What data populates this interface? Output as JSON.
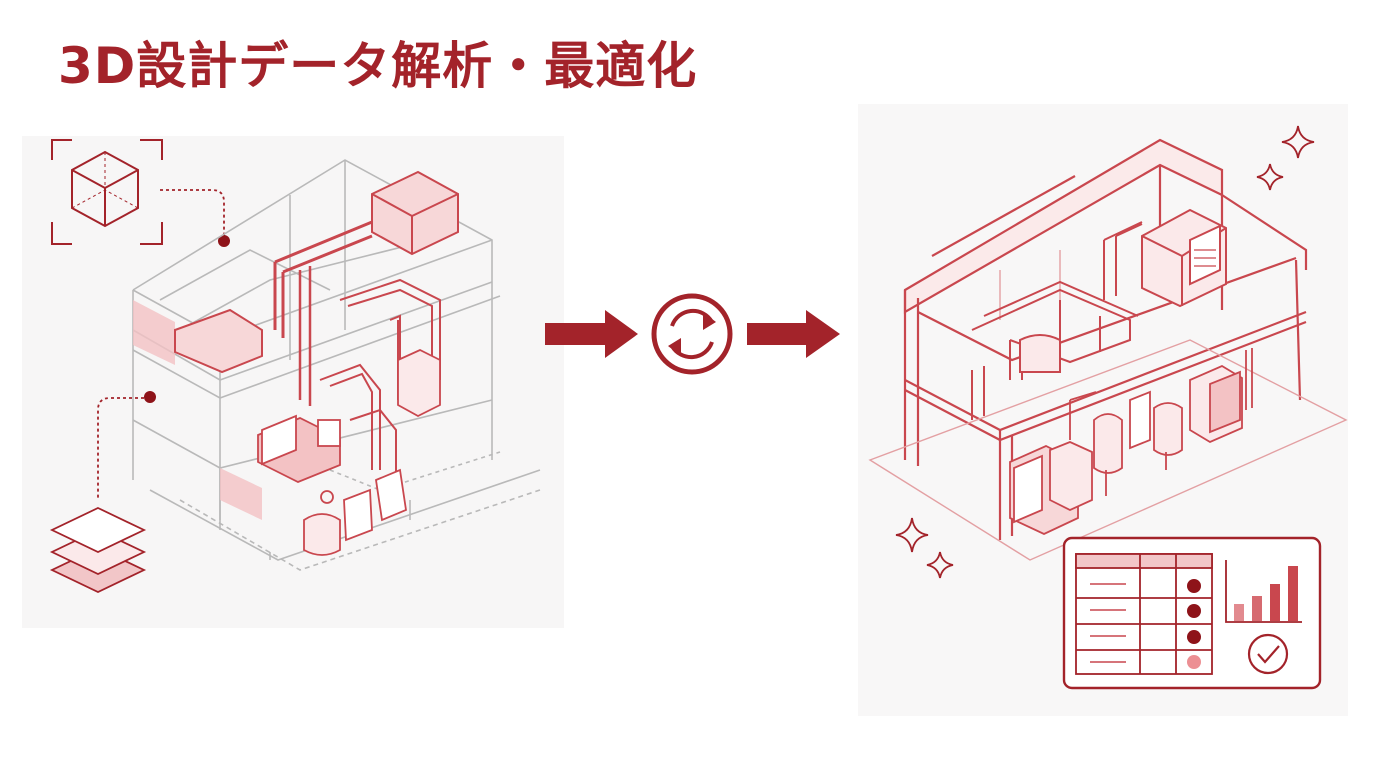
{
  "title": "3D設計データ解析・最適化",
  "colors": {
    "accent": "#a3232a",
    "line": "#c9474e",
    "light_fill": "#f6d4d5",
    "grey_line": "#b9b9b9",
    "dot": "#8e1319"
  },
  "icons": {
    "cube": "cube-icon",
    "layers": "layers-icon",
    "arrow_left": "right-arrow-icon",
    "cycle": "refresh-cycle-icon",
    "arrow_right": "right-arrow-icon",
    "sparkles": "sparkle-icon",
    "report": "report-table-chart-icon",
    "check": "check-circle-icon"
  },
  "report": {
    "status_levels": [
      "ok",
      "ok",
      "ok",
      "pending"
    ],
    "bar_levels": [
      0.25,
      0.4,
      0.6,
      0.9
    ]
  }
}
